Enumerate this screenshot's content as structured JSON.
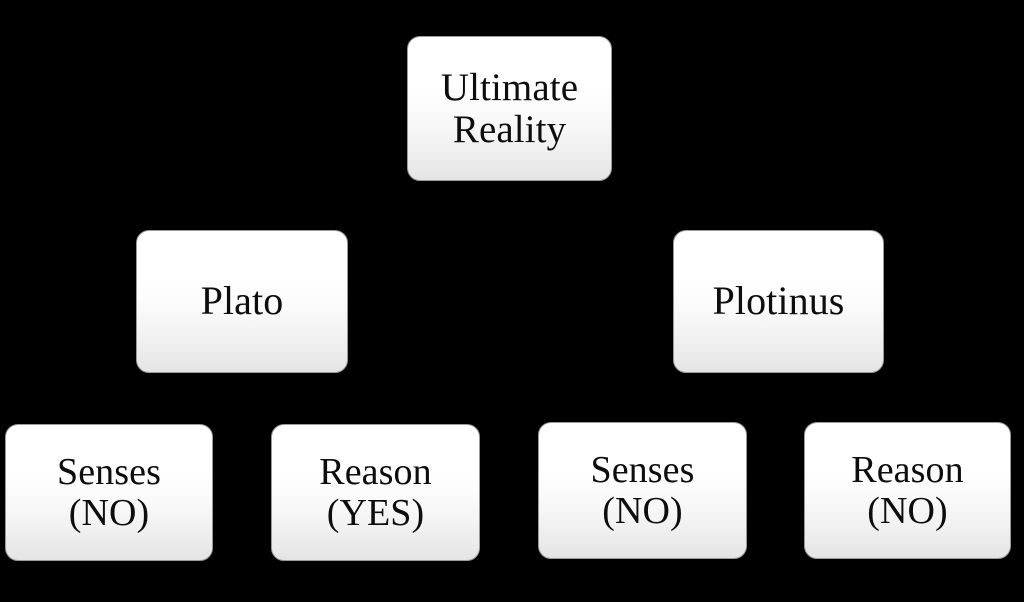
{
  "diagram": {
    "background_color": "#000000",
    "box_fill_top": "#ffffff",
    "box_fill_bottom": "#e4e4e4",
    "box_border_color": "#9a9a9a",
    "text_color": "#0d0d0d",
    "root": {
      "label": "Ultimate\nReality"
    },
    "branches": [
      {
        "label": "Plato",
        "children": [
          {
            "label": "Senses\n(NO)",
            "faculty": "Senses",
            "verdict": "NO"
          },
          {
            "label": "Reason\n(YES)",
            "faculty": "Reason",
            "verdict": "YES"
          }
        ]
      },
      {
        "label": "Plotinus",
        "children": [
          {
            "label": "Senses\n(NO)",
            "faculty": "Senses",
            "verdict": "NO"
          },
          {
            "label": "Reason\n(NO)",
            "faculty": "Reason",
            "verdict": "NO"
          }
        ]
      }
    ]
  }
}
